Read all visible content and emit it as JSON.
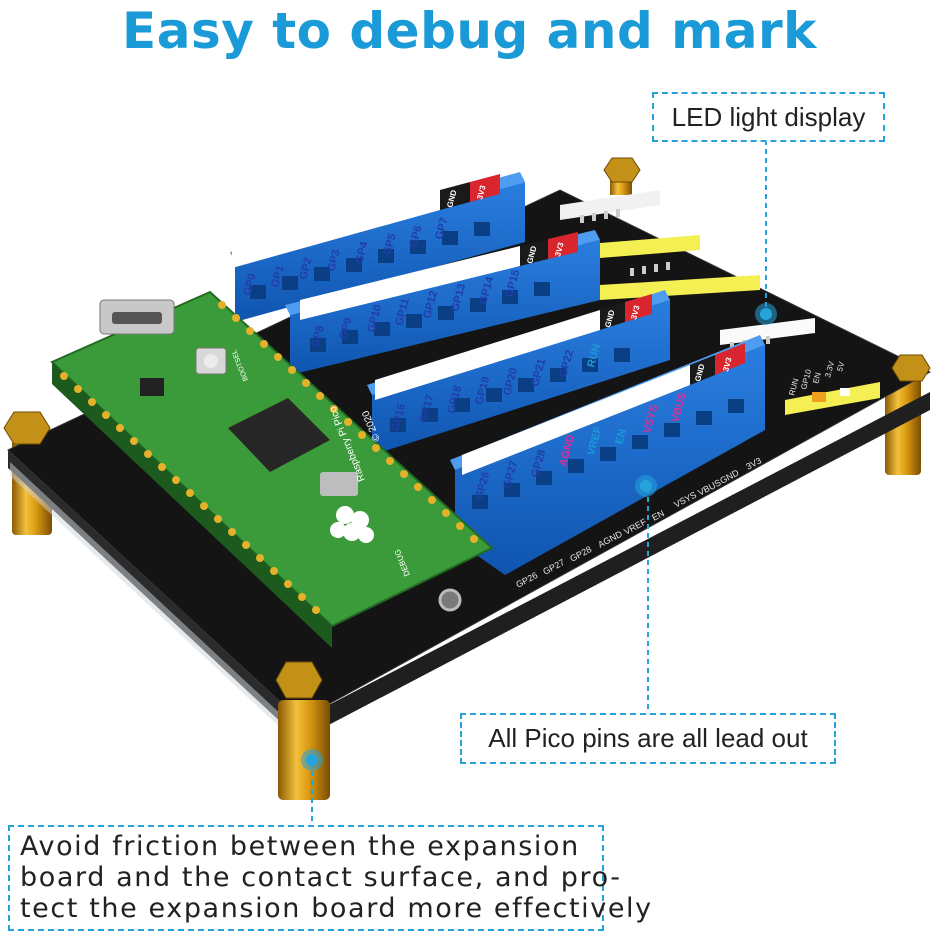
{
  "title": "Easy to debug and mark",
  "callouts": {
    "led": "LED light display",
    "pins": "All Pico pins are all lead out",
    "friction_lines": [
      "Avoid friction between the expansion",
      "board and the contact surface, and pro-",
      "tect the expansion board more effectively"
    ]
  },
  "board": {
    "pico_label": "Raspberry Pi Pico",
    "pico_year": "© 2020",
    "bootsel": "BOOTSEL",
    "debug": "DEBUG",
    "rows": [
      {
        "pins": [
          "GP0",
          "GP1",
          "GP2",
          "GP3",
          "GP4",
          "GP5",
          "GP6",
          "GP7"
        ],
        "power": [
          "GND",
          "3V3"
        ]
      },
      {
        "pins": [
          "GP8",
          "GP9",
          "GP10",
          "GP11",
          "GP12",
          "GP13",
          "GP14",
          "GP15"
        ],
        "power": [
          "GND",
          "3V3"
        ]
      },
      {
        "pins": [
          "GP16",
          "GP17",
          "GP18",
          "GP19",
          "GP20",
          "GP21",
          "GP22",
          "RUN"
        ],
        "power": [
          "GND",
          "3V3"
        ]
      },
      {
        "pins": [
          "GP26",
          "GP27",
          "GP28",
          "AGND",
          "VREF",
          "EN",
          "VSYS",
          "VBUS"
        ],
        "power": [
          "GND",
          "3V3"
        ]
      }
    ],
    "front_labels": [
      "GP26",
      "GP27",
      "GP28",
      "AGND",
      "VREF",
      "EN",
      "VSYS",
      "VBUS",
      "GND",
      "3V3"
    ],
    "side_labels": [
      "5V",
      "3.3V",
      "EN",
      "GP10",
      "RUN"
    ]
  },
  "colors": {
    "accent": "#1a9ad6",
    "terminal_blue": "#1565c8",
    "pcb_black": "#131313",
    "pico_green": "#3b9b3a",
    "standoff_gold": "#e2a616",
    "label_red": "#d9262e"
  }
}
